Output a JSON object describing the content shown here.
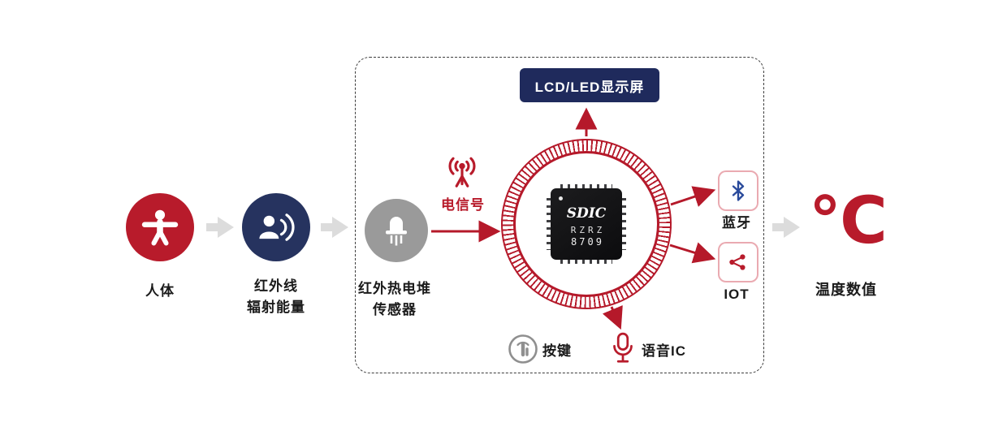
{
  "colors": {
    "red": "#b81b2b",
    "navy_circle": "#26335f",
    "display_navy": "#1f2a5c",
    "sensor_gray": "#9a9a9a",
    "pink_border": "#eaaab1",
    "bluetooth_blue": "#2a4a9b",
    "flow_arrow_gray": "#dcdcdc"
  },
  "nodes": {
    "human": {
      "label": "人体"
    },
    "infrared": {
      "label_line1": "红外线",
      "label_line2": "辐射能量"
    },
    "sensor": {
      "label_line1": "红外热电堆",
      "label_line2": "传感器"
    },
    "signal": {
      "label": "电信号"
    },
    "chip": {
      "brand": "SDIC",
      "code_line1": "RZRZ",
      "code_line2": "8709"
    },
    "display": {
      "label": "LCD/LED显示屏"
    },
    "bluetooth": {
      "label": "蓝牙"
    },
    "iot": {
      "label": "IOT"
    },
    "button": {
      "label": "按键"
    },
    "voice": {
      "label": "语音IC"
    },
    "output": {
      "symbol": "℃",
      "label": "温度数值"
    }
  }
}
